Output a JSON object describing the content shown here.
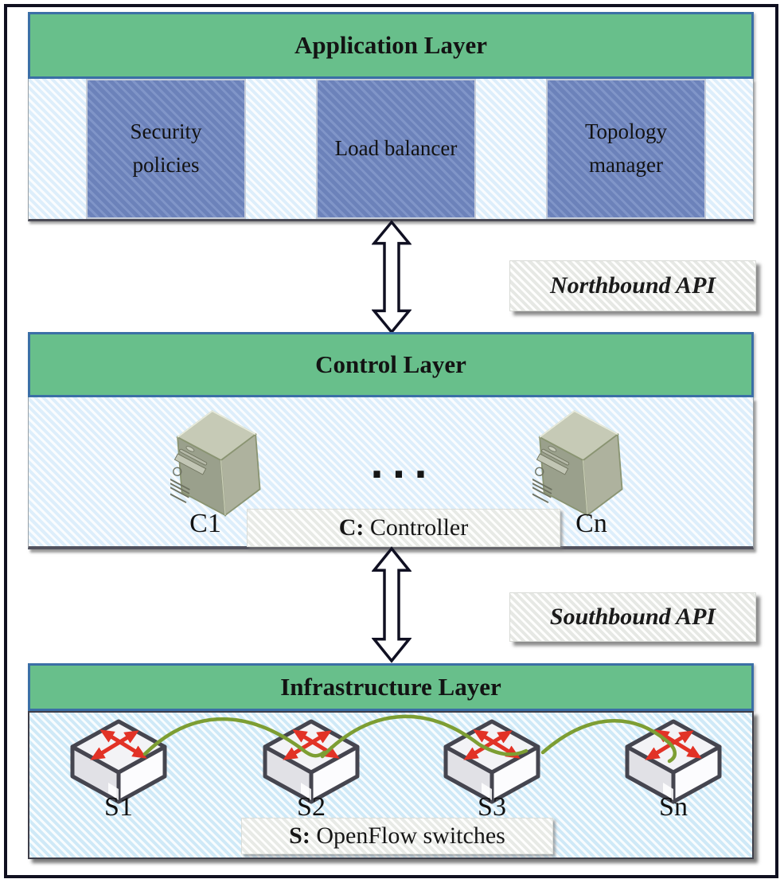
{
  "diagram": {
    "layers": {
      "application": {
        "title": "Application Layer",
        "boxes": [
          {
            "label": "Security policies"
          },
          {
            "label": "Load balancer"
          },
          {
            "label": "Topology manager"
          }
        ]
      },
      "control": {
        "title": "Control Layer",
        "ellipsis": "...",
        "controllers": [
          {
            "label": "C1"
          },
          {
            "label": "Cn"
          }
        ],
        "legend": {
          "abbr": "C:",
          "text": " Controller"
        }
      },
      "infrastructure": {
        "title": "Infrastructure Layer",
        "switches": [
          {
            "label": "S1"
          },
          {
            "label": "S2"
          },
          {
            "label": "S3"
          },
          {
            "label": "Sn"
          }
        ],
        "legend": {
          "abbr": "S:",
          "text": " OpenFlow switches"
        }
      }
    },
    "api_labels": {
      "northbound": "Northbound API",
      "southbound": "Southbound API"
    },
    "colors": {
      "layer_header_green": "#68bf8b",
      "layer_header_border_blue": "#3b6fa6",
      "app_module_blue": "#7289c2",
      "hatch_background_blue": "#ddeefb",
      "link_olive": "#7d9e33",
      "switch_arrow_red": "#e23226",
      "arrow_outline_dark": "#101022"
    }
  }
}
